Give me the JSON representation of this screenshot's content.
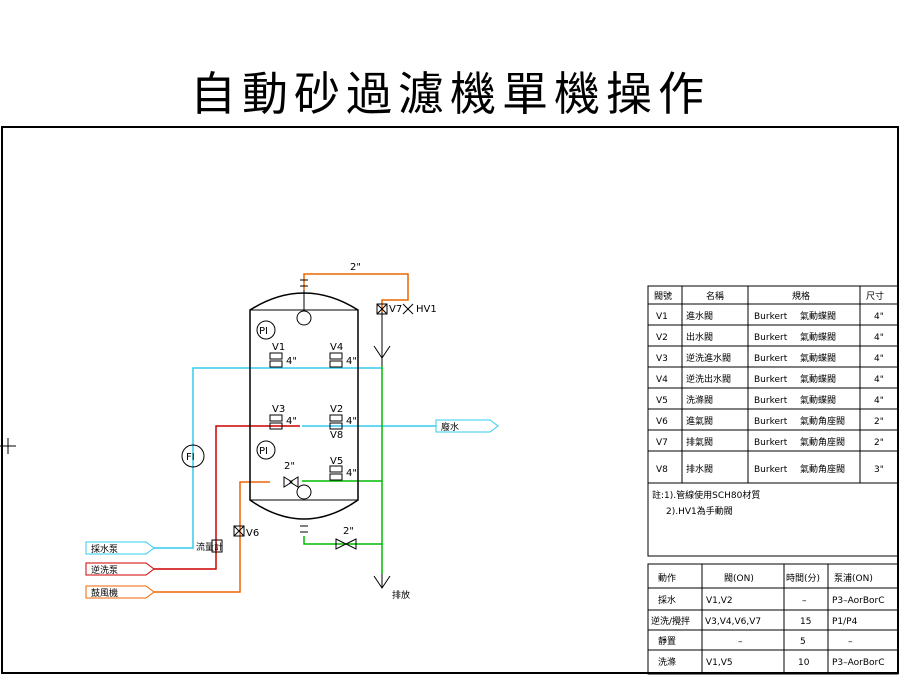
{
  "title": "自動砂過濾機單機操作",
  "diagram": {
    "pipe_sizes": {
      "top": "2\"",
      "bottom": "2\"",
      "mid": "2\"",
      "v1": "4\"",
      "v3": "4\"",
      "v4": "4\"",
      "v2": "4\"",
      "v5": "4\""
    },
    "valves": {
      "v1": "V1",
      "v2": "V2",
      "v3": "V3",
      "v4": "V4",
      "v5": "V5",
      "v6": "V6",
      "v7": "V7",
      "v8": "V8",
      "hv1": "HV1"
    },
    "instruments": {
      "pi_top": "PI",
      "pi_mid": "PI",
      "fi": "FI"
    },
    "labels": {
      "waste": "廢水",
      "drain": "排放",
      "filter_pump": "採水泵",
      "backwash_pump": "逆洗泵",
      "blower": "鼓風機",
      "meter": "流量計"
    }
  },
  "valve_table": {
    "headers": [
      "閥號",
      "名稱",
      "規格",
      "尺寸"
    ],
    "rows": [
      [
        "V1",
        "進水閥",
        "Burkert",
        "氣動蝶閥",
        "4\""
      ],
      [
        "V2",
        "出水閥",
        "Burkert",
        "氣動蝶閥",
        "4\""
      ],
      [
        "V3",
        "逆洗進水閥",
        "Burkert",
        "氣動蝶閥",
        "4\""
      ],
      [
        "V4",
        "逆洗出水閥",
        "Burkert",
        "氣動蝶閥",
        "4\""
      ],
      [
        "V5",
        "洗滌閥",
        "Burkert",
        "氣動蝶閥",
        "4\""
      ],
      [
        "V6",
        "進氣閥",
        "Burkert",
        "氣動角座閥",
        "2\""
      ],
      [
        "V7",
        "排氣閥",
        "Burkert",
        "氣動角座閥",
        "2\""
      ],
      [
        "V8",
        "排水閥",
        "Burkert",
        "氣動角座閥",
        "3\""
      ]
    ],
    "notes": [
      "註:1).管線使用SCH80材質",
      "2).HV1為手動閥"
    ]
  },
  "op_table": {
    "headers": [
      "動作",
      "閥(ON)",
      "時間(分)",
      "泵浦(ON)"
    ],
    "rows": [
      [
        "採水",
        "V1,V2",
        "–",
        "P3–AorBorC"
      ],
      [
        "逆洗/攪拌",
        "V3,V4,V6,V7",
        "15",
        "P1/P4"
      ],
      [
        "靜置",
        "–",
        "5",
        "–"
      ],
      [
        "洗滌",
        "V1,V5",
        "10",
        "P3–AorBorC"
      ]
    ]
  },
  "colors": {
    "cyan": "#33ccee",
    "red": "#cc0000",
    "orange": "#ee6600",
    "green": "#00bb00",
    "black": "#000000"
  }
}
